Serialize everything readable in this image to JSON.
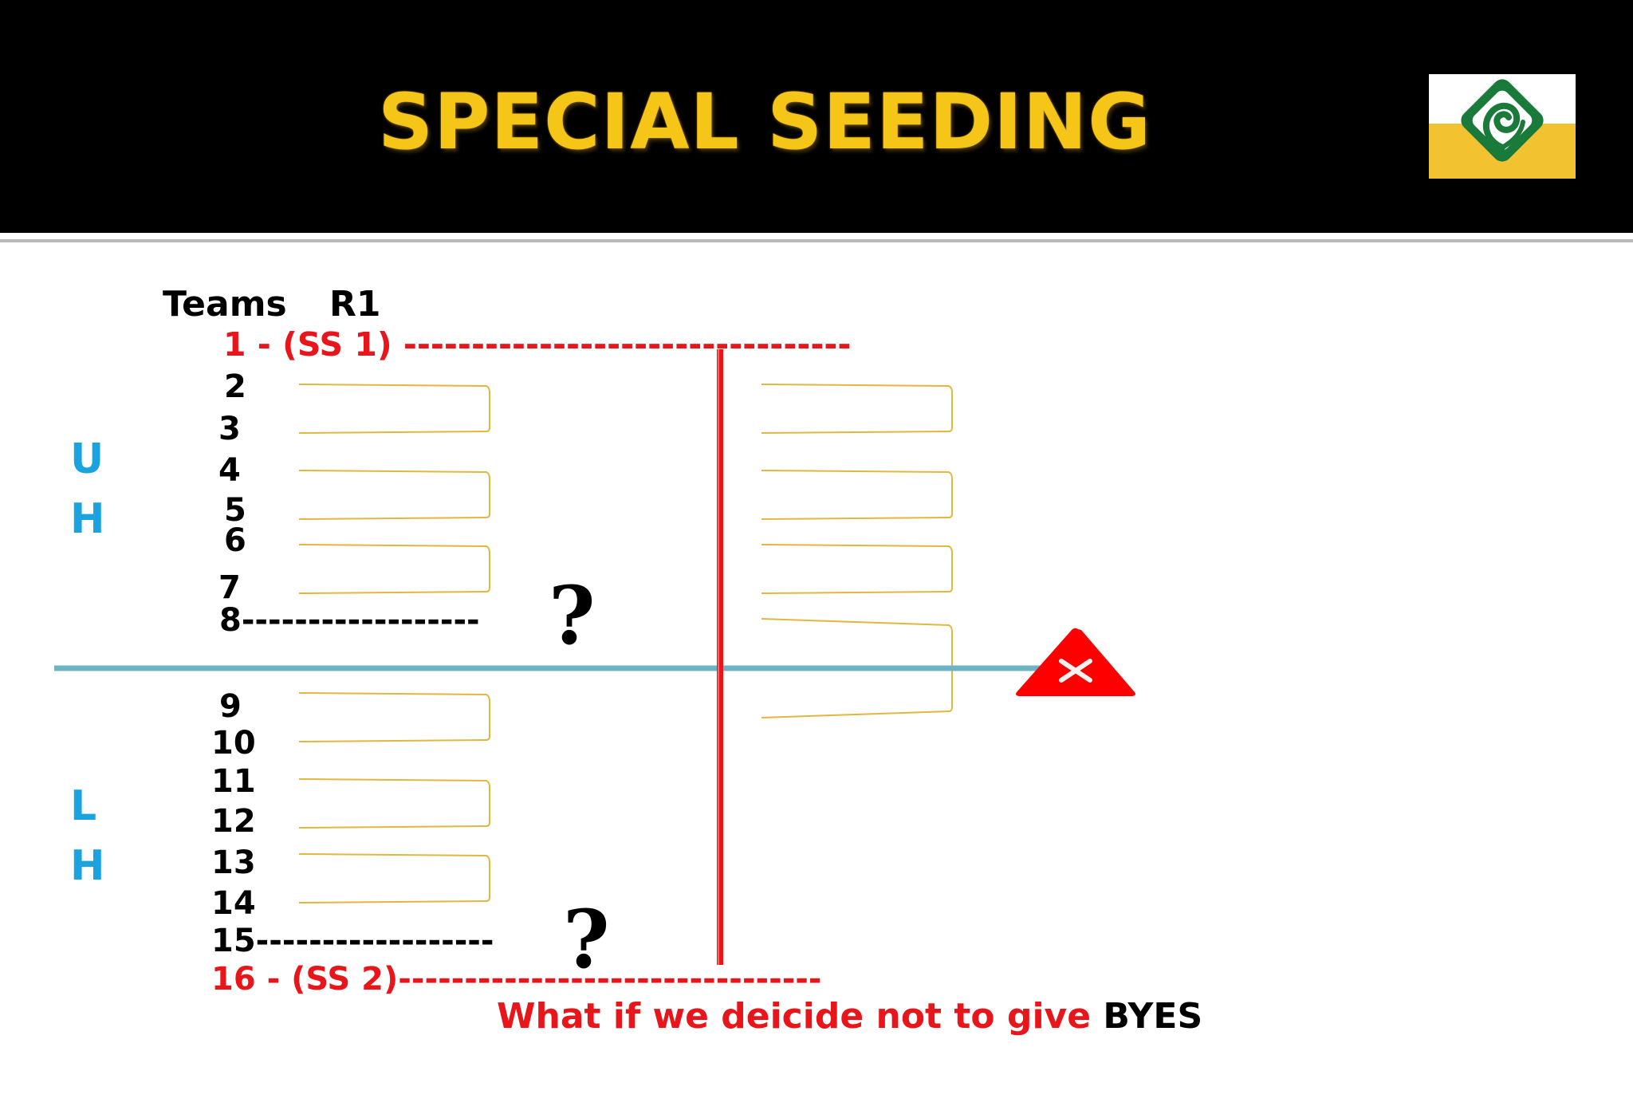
{
  "title": "SPECIAL SEEDING",
  "logo": {
    "icon": "rose-diamond-logo",
    "colors": {
      "green": "#1a7a3a",
      "yellow": "#f2c230"
    }
  },
  "headers": {
    "teams": "Teams",
    "round": "R1"
  },
  "halves": {
    "upper": [
      "U",
      "H"
    ],
    "lower": [
      "L",
      "H"
    ]
  },
  "seeds": {
    "s1": "1 - (SS 1) ---------------------------------",
    "s2": "2",
    "s3": "3",
    "s4": "4",
    "s5": "5",
    "s6": "6",
    "s7": "7",
    "s8": "8------------------",
    "s9": "9",
    "s10": "10",
    "s11": "11",
    "s12": "12",
    "s13": "13",
    "s14": "14",
    "s15": "15------------------",
    "s16": "16 - (SS 2)--------------------------------"
  },
  "question_mark": "?",
  "caption": {
    "prefix": "What if we deicide not to give ",
    "emphasis": "BYES"
  },
  "colors": {
    "title": "#f5c518",
    "special_seed": "#e8151b",
    "half_label": "#1ba3e0",
    "divider": "#6fb3c2",
    "bracket": "#e0b840",
    "vertical_line": "#e8151b",
    "warning": "#ff0000"
  }
}
